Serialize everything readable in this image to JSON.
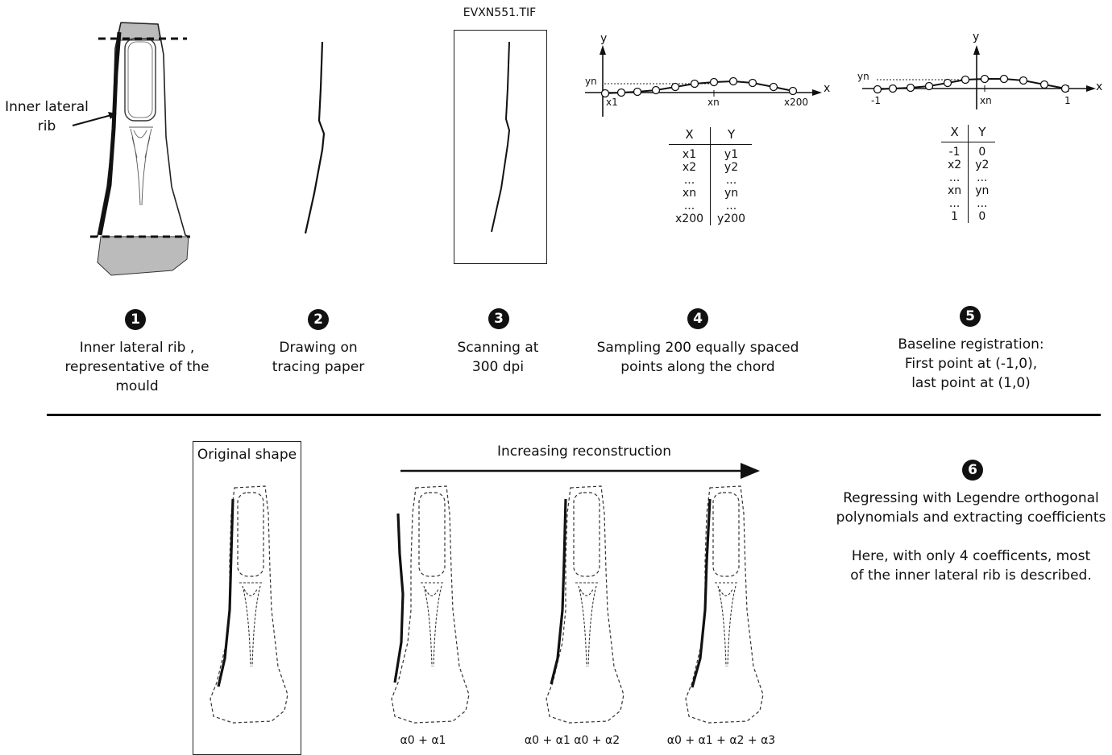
{
  "step1": {
    "annotation": "Inner lateral\nrib",
    "number": "1",
    "caption": "Inner lateral rib ,\nrepresentative of the\nmould"
  },
  "step2": {
    "number": "2",
    "caption": "Drawing on\ntracing paper"
  },
  "step3": {
    "filename": "EVXN551.TIF",
    "number": "3",
    "caption": "Scanning at\n300 dpi"
  },
  "step4": {
    "number": "4",
    "caption": "Sampling 200 equally spaced\npoints along the chord",
    "axes": {
      "x": "x",
      "y": "y",
      "yn": "yn",
      "x1": "x1",
      "xn": "xn",
      "x200": "x200"
    },
    "table": {
      "headers": [
        "X",
        "Y"
      ],
      "rows": [
        [
          "x1",
          "y1"
        ],
        [
          "x2",
          "y2"
        ],
        [
          "...",
          "..."
        ],
        [
          "xn",
          "yn"
        ],
        [
          "...",
          "..."
        ],
        [
          "x200",
          "y200"
        ]
      ]
    }
  },
  "step5": {
    "number": "5",
    "caption": "Baseline registration:\nFirst point at (-1,0),\nlast point at (1,0)",
    "axes": {
      "x": "x",
      "y": "y",
      "yn": "yn",
      "left": "-1",
      "xn": "xn",
      "right": "1"
    },
    "table": {
      "headers": [
        "X",
        "Y"
      ],
      "rows": [
        [
          "-1",
          "0"
        ],
        [
          "x2",
          "y2"
        ],
        [
          "...",
          "..."
        ],
        [
          "xn",
          "yn"
        ],
        [
          "...",
          "..."
        ],
        [
          "1",
          "0"
        ]
      ]
    }
  },
  "bottom": {
    "original_title": "Original shape",
    "arrow_label": "Increasing reconstruction",
    "formulas": [
      "α0 + α1",
      "α0 + α1 α0 + α2",
      "α0 + α1 + α2 + α3"
    ]
  },
  "step6": {
    "number": "6",
    "caption": "Regressing with Legendre orthogonal\npolynomials and extracting coefficients",
    "note": "Here, with only 4 coefficents, most\nof the inner lateral rib is described."
  }
}
